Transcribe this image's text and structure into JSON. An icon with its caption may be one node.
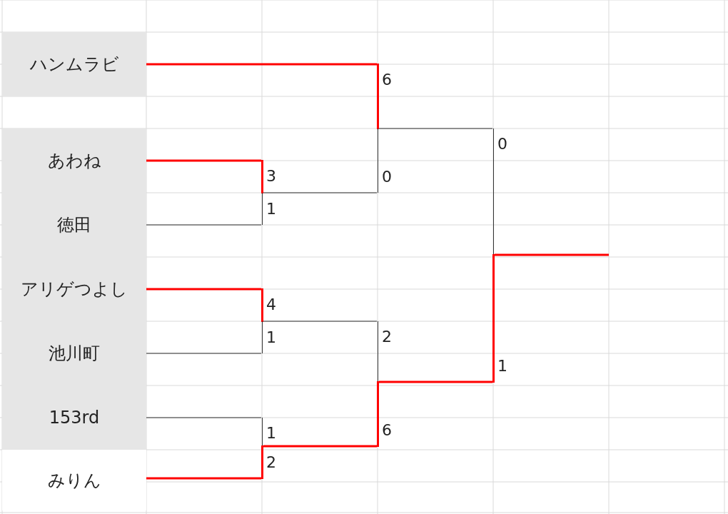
{
  "diagram": {
    "nodes": [
      {
        "text": [
          "ハンムラビ"
        ]
      },
      {
        "text": [
          "あわね"
        ]
      },
      {
        "text": [
          "徳田"
        ]
      },
      {
        "text": [
          "アリゲつよし"
        ]
      },
      {
        "text": [
          "池川町"
        ]
      },
      {
        "text": [
          "153rd"
        ]
      },
      {
        "text": [
          "みりん"
        ]
      },
      {
        "text": [],
        "shape": "bar"
      },
      {
        "text": [],
        "shape": "bar"
      },
      {
        "text": [],
        "shape": "bar"
      },
      {
        "text": [],
        "shape": "bar"
      },
      {
        "text": [],
        "shape": "bar"
      },
      {
        "text": [],
        "shape": "bar"
      }
    ],
    "edges": [
      {
        "from": 1,
        "to": 7,
        "arrow": "none",
        "label": "3"
      },
      {
        "from": 2,
        "to": 7,
        "arrow": "none",
        "label": "1",
        "color": "#333333"
      },
      {
        "from": 0,
        "to": 8,
        "arrow": "none",
        "label": "6"
      },
      {
        "from": 7,
        "to": 8,
        "arrow": "none",
        "label": "0",
        "color": "#333333"
      },
      {
        "from": 3,
        "to": 9,
        "arrow": "none",
        "label": "4"
      },
      {
        "from": 4,
        "to": 9,
        "arrow": "none",
        "label": "1",
        "color": "#333333"
      },
      {
        "from": 5,
        "to": 10,
        "arrow": "none",
        "label": "1",
        "color": "#333333"
      },
      {
        "from": 6,
        "to": 10,
        "arrow": "none",
        "label": "2"
      },
      {
        "from": 9,
        "to": 11,
        "arrow": "none",
        "label": "2",
        "color": "#333333"
      },
      {
        "from": 10,
        "to": 11,
        "arrow": "none",
        "label": "6"
      },
      {
        "from": 8,
        "to": 12,
        "arrow": "none",
        "label": "0",
        "color": "#333333"
      },
      {
        "from": 11,
        "to": 12,
        "arrow": "none",
        "label": "1"
      },
      {
        "from": 12,
        "to": null,
        "arrow": "none"
      }
    ]
  }
}
